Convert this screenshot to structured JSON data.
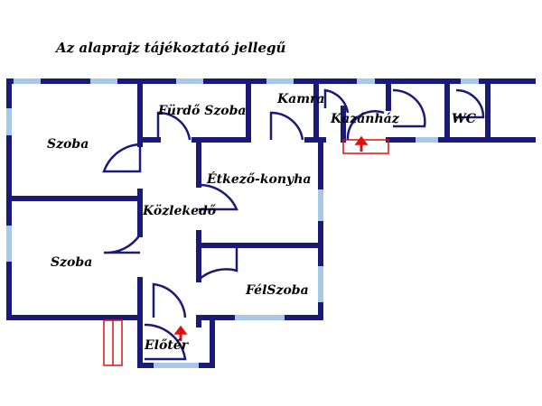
{
  "title": "Az alaprajz tájékoztató jellegű",
  "rooms": {
    "szoba_top": "Szoba",
    "furdo": "Fürdő Szoba",
    "kamra": "Kamra",
    "kazanhaz": "Kazánház",
    "wc": "WC",
    "etkezo": "Étkező-konyha",
    "kozlekedo": "Közlekedő",
    "szoba_bottom": "Szoba",
    "felszoba": "FélSzoba",
    "eloter": "Előtér"
  },
  "colors": {
    "wall": "#1a1a78",
    "window": "#a8c8e6",
    "door": "#1a1a78",
    "entrance_marker": "#dd1111"
  }
}
